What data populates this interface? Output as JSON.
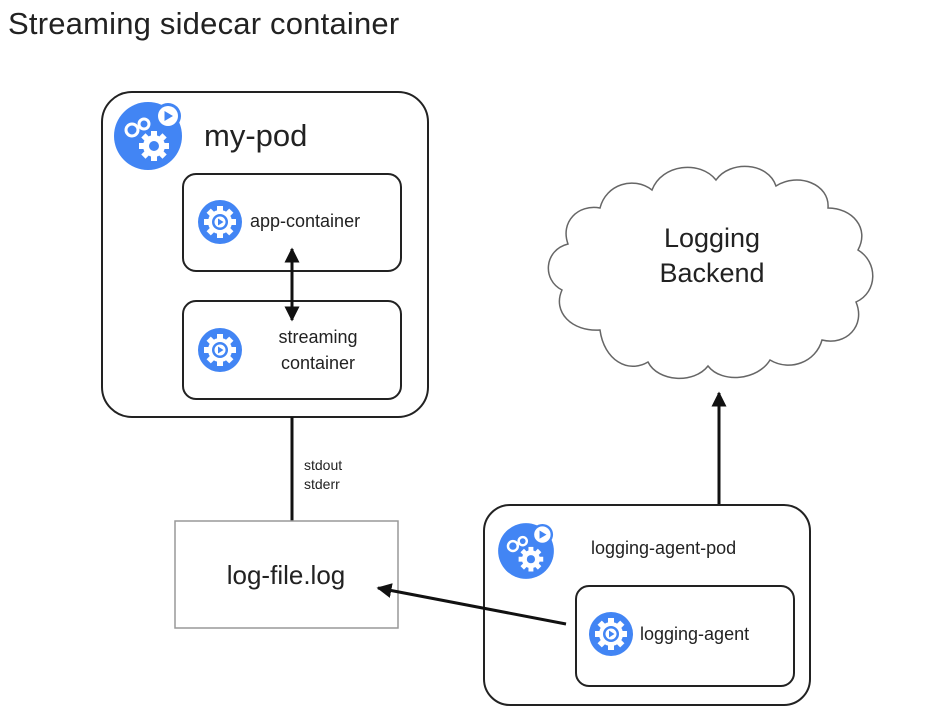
{
  "title": "Streaming sidecar container",
  "my_pod": {
    "label": "my-pod",
    "app_container": "app-container",
    "streaming_container": [
      "streaming",
      "container"
    ]
  },
  "stream_labels": [
    "stdout",
    "stderr"
  ],
  "log_file": "log-file.log",
  "logging_backend": [
    "Logging",
    "Backend"
  ],
  "agent_pod": {
    "label": "logging-agent-pod",
    "agent": "logging-agent"
  },
  "colors": {
    "icon_blue": "#4285f4",
    "line": "#111111",
    "box_border": "#222222",
    "file_border": "#999999"
  },
  "icons": [
    "pod-gears-play-icon",
    "container-gear-play-icon",
    "cloud-shape"
  ]
}
